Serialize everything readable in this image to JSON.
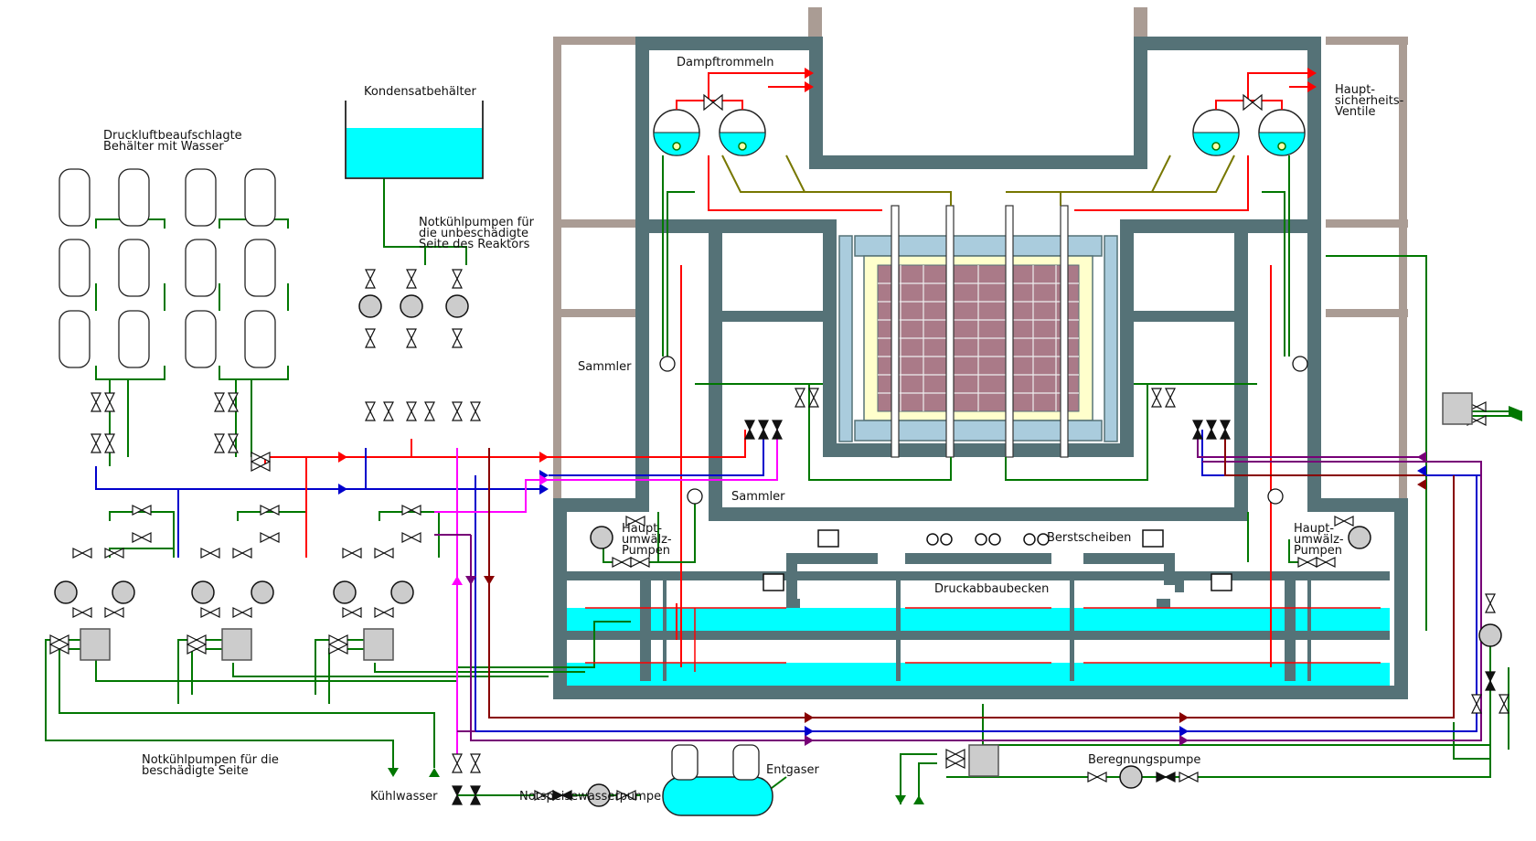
{
  "labels": {
    "dampftrommeln": "Dampftrommeln",
    "haupt_sicherheits_1": "Haupt-",
    "haupt_sicherheits_2": "sicherheits-",
    "haupt_sicherheits_3": "Ventile",
    "kondensat": "Kondensatbehälter",
    "druckluft_1": "Druckluftbeaufschlagte",
    "druckluft_2": "Behälter mit Wasser",
    "notkuehl_unbesch_1": "Notkühlpumpen für",
    "notkuehl_unbesch_2": "die unbeschädigte",
    "notkuehl_unbesch_3": "Seite des Reaktors",
    "sammler_upper": "Sammler",
    "sammler_lower": "Sammler",
    "hauptumwaelz_left_1": "Haupt-",
    "hauptumwaelz_left_2": "umwälz-",
    "hauptumwaelz_left_3": "Pumpen",
    "hauptumwaelz_right_1": "Haupt-",
    "hauptumwaelz_right_2": "umwälz-",
    "hauptumwaelz_right_3": "Pumpen",
    "berstscheiben": "Berstscheiben",
    "druckabbaubecken": "Druckabbaubecken",
    "entgaser": "Entgaser",
    "beregnungspumpe": "Beregnungspumpe",
    "notkuehl_besch_1": "Notkühlpumpen für die",
    "notkuehl_besch_2": "beschädigte Seite",
    "kuehlwasser": "Kühlwasser",
    "notspeise": "Notspeisewasserpumpe"
  },
  "colors": {
    "wall": "#557277",
    "roof": "#aa9c94",
    "water": "#00ffff",
    "steam": "#ff0000",
    "green": "#007700",
    "blue": "#0000cc",
    "magenta": "#ff00ff",
    "purple": "#770077",
    "darkred": "#880000",
    "olive": "#777700",
    "brick": "#aa7a88",
    "graphite_frame": "#ffffcc",
    "shield": "#aaccdd"
  }
}
